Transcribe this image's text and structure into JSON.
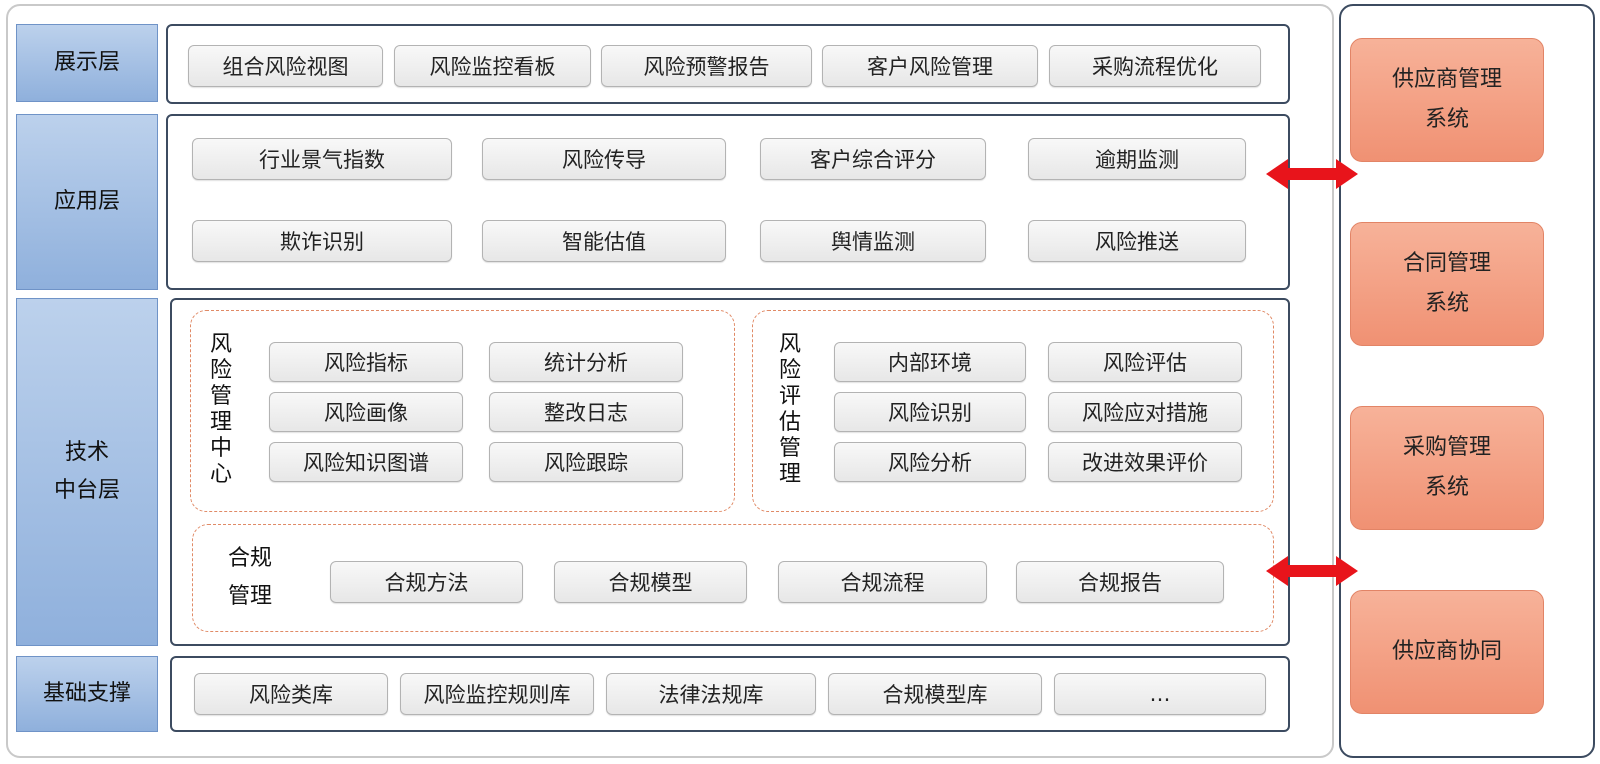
{
  "layers": {
    "display": {
      "label": "展示层",
      "modules": [
        "组合风险视图",
        "风险监控看板",
        "风险预警报告",
        "客户风险管理",
        "采购流程优化"
      ]
    },
    "application": {
      "label": "应用层",
      "modules": [
        "行业景气指数",
        "风险传导",
        "客户综合评分",
        "逾期监测",
        "欺诈识别",
        "智能估值",
        "舆情监测",
        "风险推送"
      ]
    },
    "tech": {
      "label": "技术\n中台层",
      "risk_center": {
        "title": "风\n险\n管\n理\n中\n心",
        "modules": [
          "风险指标",
          "统计分析",
          "风险画像",
          "整改日志",
          "风险知识图谱",
          "风险跟踪"
        ]
      },
      "risk_assessment": {
        "title": "风\n险\n评\n估\n管\n理",
        "modules": [
          "内部环境",
          "风险评估",
          "风险识别",
          "风险应对措施",
          "风险分析",
          "改进效果评价"
        ]
      },
      "compliance": {
        "title": "合规\n管理",
        "modules": [
          "合规方法",
          "合规模型",
          "合规流程",
          "合规报告"
        ]
      }
    },
    "foundation": {
      "label": "基础支撑",
      "modules": [
        "风险类库",
        "风险监控规则库",
        "法律法规库",
        "合规模型库",
        "…"
      ]
    }
  },
  "external_systems": [
    "供应商管理\n系统",
    "合同管理\n系统",
    "采购管理\n系统",
    "供应商协同"
  ],
  "colors": {
    "layer_label": "#9cb9e1",
    "panel_border": "#3c4b60",
    "dashed_border": "#e08a66",
    "system_box": "#f3a083",
    "arrow": "#e8141b"
  }
}
